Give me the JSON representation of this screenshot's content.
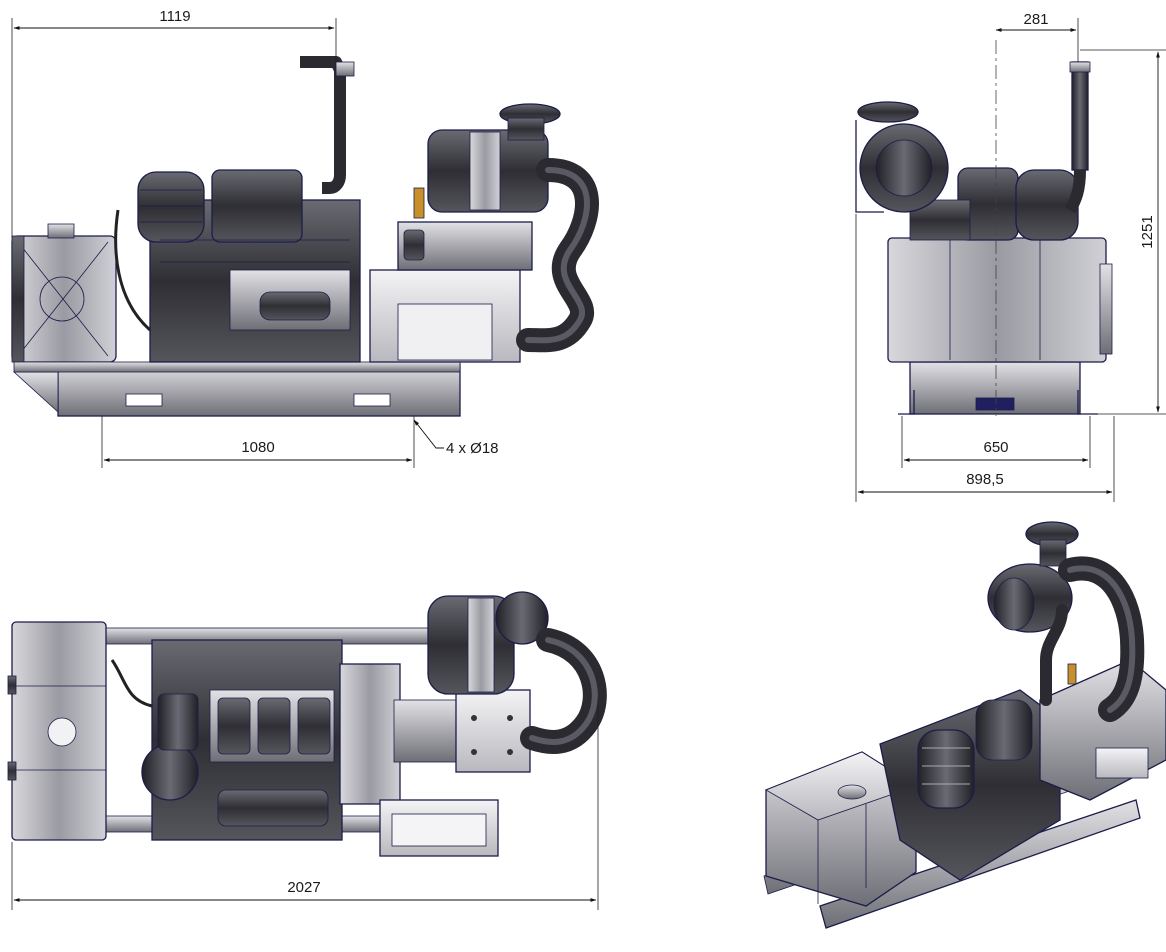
{
  "dimensions": {
    "side_length": "1119",
    "side_mount_spacing": "1080",
    "side_holes": "4 x Ø18",
    "front_offset": "281",
    "front_height": "1251",
    "front_mount_spacing": "650",
    "front_width": "898,5",
    "top_length": "2027"
  },
  "colors": {
    "metal_light": "#c4c4c8",
    "metal_mid": "#8c8c92",
    "metal_dark": "#3a3a40",
    "outline": "#1c1c4a"
  },
  "views": [
    "side-view",
    "front-view",
    "top-view",
    "isometric-view"
  ]
}
